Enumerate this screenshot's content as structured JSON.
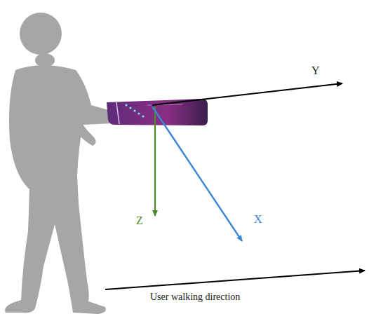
{
  "diagram": {
    "labels": [
      "Y",
      "Z",
      "X",
      "User walking direction"
    ]
  }
}
